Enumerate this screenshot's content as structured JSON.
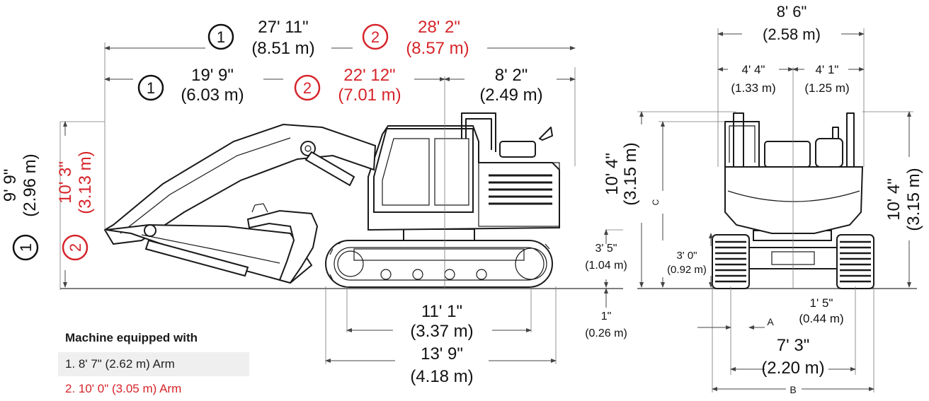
{
  "colors": {
    "accent_red": "#d6242a",
    "ink": "#111111",
    "legend_bg": "#efefef"
  },
  "badges": {
    "one": "1",
    "two": "2"
  },
  "dims": {
    "overall_length_1": {
      "ft": "27' 11\"",
      "m": "(8.51 m)"
    },
    "overall_length_2": {
      "ft": "28' 2\"",
      "m": "(8.57 m)"
    },
    "boom_reach_1": {
      "ft": "19' 9\"",
      "m": "(6.03 m)"
    },
    "boom_reach_2": {
      "ft": "22' 12\"",
      "m": "(7.01 m)"
    },
    "tail_swing": {
      "ft": "8' 2\"",
      "m": "(2.49 m)"
    },
    "height_1": {
      "ft": "9' 9\"",
      "m": "(2.96 m)"
    },
    "height_2": {
      "ft": "10' 3\"",
      "m": "(3.13 m)"
    },
    "cab_height_side": {
      "ft": "10' 4\"",
      "m": "(3.15 m)"
    },
    "clearance": {
      "ft": "3' 5\"",
      "m": "(1.04 m)"
    },
    "grouser": {
      "ft": "1\"",
      "m": "(0.26 m)"
    },
    "tumbler": {
      "ft": "11' 1\"",
      "m": "(3.37 m)"
    },
    "track_length": {
      "ft": "13' 9\"",
      "m": "(4.18 m)"
    },
    "upper_width": {
      "ft": "8' 6\"",
      "m": "(2.58 m)"
    },
    "left_half": {
      "ft": "4' 4\"",
      "m": "(1.33 m)"
    },
    "right_half": {
      "ft": "4' 1\"",
      "m": "(1.25 m)"
    },
    "cab_height_front": {
      "ft": "10' 4\"",
      "m": "(3.15 m)"
    },
    "cw_clearance": {
      "ft": "3' 0\"",
      "m": "(0.92 m)"
    },
    "shoe_width": {
      "ft": "1' 5\"",
      "m": "(0.44 m)"
    },
    "gauge": {
      "ft": "7' 3\"",
      "m": "(2.20 m)"
    }
  },
  "letters": {
    "a": "A",
    "b": "B",
    "c": "C"
  },
  "legend": {
    "title": "Machine equipped with",
    "item1": "1. 8' 7\" (2.62 m) Arm",
    "item2": "2. 10' 0\" (3.05 m) Arm"
  }
}
